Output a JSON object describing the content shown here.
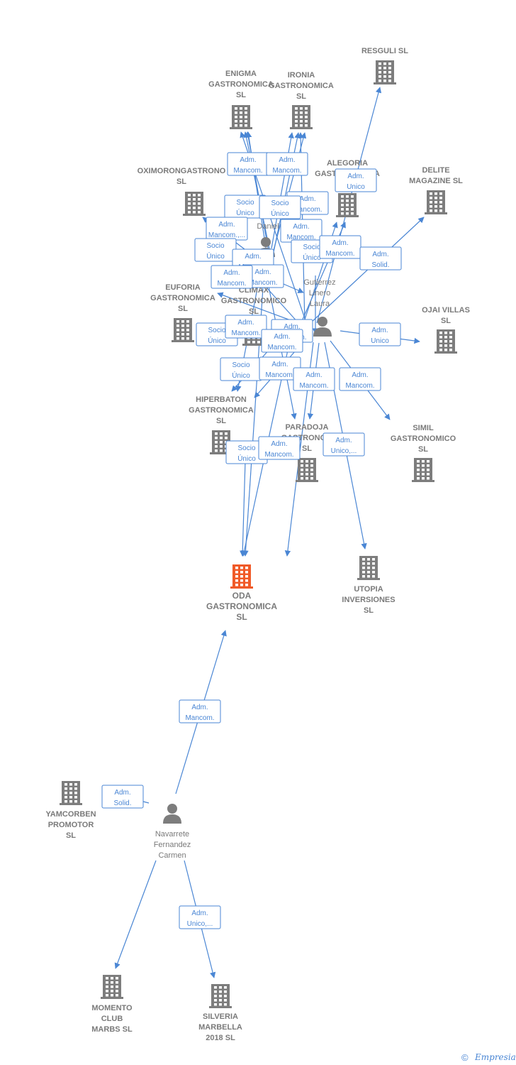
{
  "colors": {
    "company": "#7d7d7d",
    "focus": "#f05a28",
    "person": "#7d7d7d",
    "edge": "#4a86d4"
  },
  "nodes": [
    {
      "id": "resguli",
      "type": "company",
      "lines": [
        "RESGULI SL"
      ]
    },
    {
      "id": "enigma",
      "type": "company",
      "lines": [
        "ENIGMA",
        "GASTRONOMICA",
        "SL"
      ]
    },
    {
      "id": "ironia",
      "type": "company",
      "lines": [
        "IRONIA",
        "GASTRONOMICA",
        "SL"
      ]
    },
    {
      "id": "alegoria",
      "type": "company",
      "lines": [
        "ALEGORIA",
        "GASTRONOMICA"
      ]
    },
    {
      "id": "delite",
      "type": "company",
      "lines": [
        "DELITE",
        "MAGAZINE SL"
      ]
    },
    {
      "id": "oximoron",
      "type": "company",
      "lines": [
        "OXIMORONGASTRONO",
        "SL"
      ]
    },
    {
      "id": "daniel",
      "type": "person",
      "lines": [
        "Daniel"
      ]
    },
    {
      "id": "gutierrez",
      "type": "person",
      "lines": [
        "Gutierrez",
        "Linero",
        "Laura"
      ]
    },
    {
      "id": "climax",
      "type": "company",
      "lines": [
        "CLIMAX",
        "GASTRONOMICO",
        "SL"
      ]
    },
    {
      "id": "euforia",
      "type": "company",
      "lines": [
        "EUFORIA",
        "GASTRONOMICA",
        "SL"
      ]
    },
    {
      "id": "ojai",
      "type": "company",
      "lines": [
        "OJAI VILLAS",
        "SL"
      ]
    },
    {
      "id": "hiperbaton",
      "type": "company",
      "lines": [
        "HIPERBATON",
        "GASTRONOMICA",
        "SL"
      ]
    },
    {
      "id": "paradoja",
      "type": "company",
      "lines": [
        "PARADOJA",
        "GASTRONOM",
        "SL"
      ]
    },
    {
      "id": "simil",
      "type": "company",
      "lines": [
        "SIMIL",
        "GASTRONOMICO",
        "SL"
      ]
    },
    {
      "id": "oda",
      "type": "focus",
      "lines": [
        "ODA",
        "GASTRONOMICA",
        "SL"
      ]
    },
    {
      "id": "utopia",
      "type": "company",
      "lines": [
        "UTOPIA",
        "INVERSIONES",
        "SL"
      ]
    },
    {
      "id": "yamcorben",
      "type": "company",
      "lines": [
        "YAMCORBEN",
        "PROMOTOR",
        "SL"
      ]
    },
    {
      "id": "navarrete",
      "type": "person",
      "lines": [
        "Navarrete",
        "Fernandez",
        "Carmen"
      ]
    },
    {
      "id": "momento",
      "type": "company",
      "lines": [
        "MOMENTO",
        "CLUB",
        "MARBS  SL"
      ]
    },
    {
      "id": "silveria",
      "type": "company",
      "lines": [
        "SILVERIA",
        "MARBELLA",
        "2018  SL"
      ]
    }
  ],
  "relations": [
    {
      "id": "r1",
      "lines": [
        "Adm.",
        "Mancom."
      ]
    },
    {
      "id": "r2",
      "lines": [
        "Adm.",
        "Mancom."
      ]
    },
    {
      "id": "r3",
      "lines": [
        "Adm.",
        "Unico"
      ]
    },
    {
      "id": "r4",
      "lines": [
        "Adm.",
        "Mancom."
      ]
    },
    {
      "id": "r5",
      "lines": [
        "Socio",
        "Único"
      ]
    },
    {
      "id": "r6",
      "lines": [
        "Socio",
        "Único"
      ]
    },
    {
      "id": "r7",
      "lines": [
        "Adm.",
        "Mancom.,..."
      ]
    },
    {
      "id": "r8",
      "lines": [
        "Adm.",
        "Mancom."
      ]
    },
    {
      "id": "r9",
      "lines": [
        "Socio",
        "Único"
      ]
    },
    {
      "id": "r10",
      "lines": [
        "Socio",
        "Único"
      ]
    },
    {
      "id": "r11",
      "lines": [
        "Adm.",
        "Mancom."
      ]
    },
    {
      "id": "r12",
      "lines": [
        "Adm.",
        "Mancom."
      ]
    },
    {
      "id": "r13",
      "lines": [
        "Adm.",
        "Mancom."
      ]
    },
    {
      "id": "r14",
      "lines": [
        "Adm.",
        "Solid."
      ]
    },
    {
      "id": "r15",
      "lines": [
        "Socio",
        "Único"
      ]
    },
    {
      "id": "r16",
      "lines": [
        "Adm.",
        "Mancom."
      ]
    },
    {
      "id": "r17",
      "lines": [
        "Adm.",
        "Mancom."
      ]
    },
    {
      "id": "r18",
      "lines": [
        "Adm.",
        "Mancom."
      ]
    },
    {
      "id": "r19",
      "lines": [
        "Adm.",
        "Unico"
      ]
    },
    {
      "id": "r20",
      "lines": [
        "Socio",
        "Único"
      ]
    },
    {
      "id": "r21",
      "lines": [
        "Adm.",
        "Mancom."
      ]
    },
    {
      "id": "r22",
      "lines": [
        "Adm.",
        "Mancom."
      ]
    },
    {
      "id": "r23",
      "lines": [
        "Adm.",
        "Mancom."
      ]
    },
    {
      "id": "r24",
      "lines": [
        "Socio",
        "Único"
      ]
    },
    {
      "id": "r25",
      "lines": [
        "Adm.",
        "Mancom."
      ]
    },
    {
      "id": "r26",
      "lines": [
        "Adm.",
        "Unico,..."
      ]
    },
    {
      "id": "r27",
      "lines": [
        "Adm.",
        "Mancom."
      ]
    },
    {
      "id": "r28",
      "lines": [
        "Adm.",
        "Solid."
      ]
    },
    {
      "id": "r29",
      "lines": [
        "Adm.",
        "Mancom."
      ]
    },
    {
      "id": "r30",
      "lines": [
        "Adm.",
        "Unico,..."
      ]
    }
  ],
  "footer": {
    "copyright": "©",
    "brand": "Empresia"
  }
}
